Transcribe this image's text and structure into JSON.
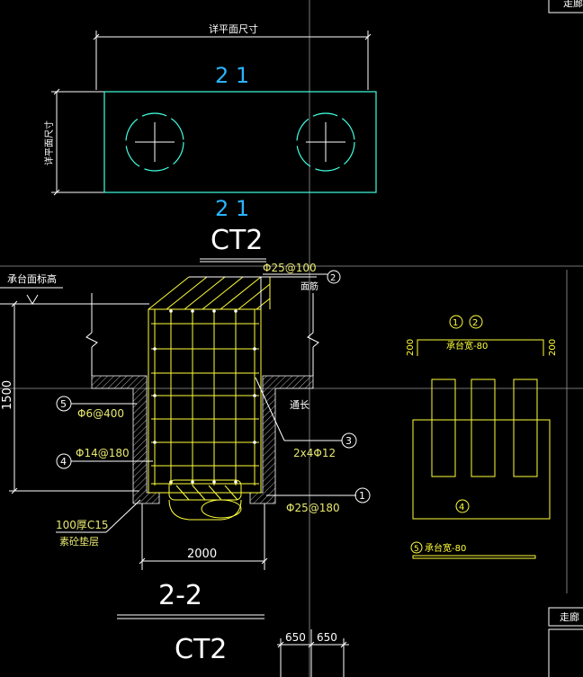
{
  "colors": {
    "background": "#000000",
    "dimension": "#ffffff",
    "outline": "#40ffe0",
    "rebar": "#ffff3a",
    "axis": "#2ab4ff",
    "hatch": "#b0b0b0",
    "grid": "#9a9a9a"
  },
  "plan": {
    "top_dim_label": "详平面尺寸",
    "left_dim_label": "详平面尺寸",
    "top_axis": "2 1",
    "bottom_axis": "2 1",
    "title": "CT2"
  },
  "section": {
    "cap_top_elev": "承台面标高",
    "height_dim": "1500",
    "width_dim": "2000",
    "title": "2-2",
    "callouts": [
      {
        "id": "c2",
        "num": "2",
        "text": "Φ25@100",
        "note": "面筋"
      },
      {
        "id": "c3",
        "num": "3",
        "text": "2x4Φ12",
        "note": "通长"
      },
      {
        "id": "c1",
        "num": "1",
        "text": "Φ25@180",
        "note": ""
      },
      {
        "id": "c5",
        "num": "5",
        "text": "Φ6@400",
        "note": ""
      },
      {
        "id": "c4",
        "num": "4",
        "text": "Φ14@180",
        "note": ""
      }
    ],
    "cushion_line1": "100厚C15",
    "cushion_line2": "素砼垫层"
  },
  "bottom": {
    "title": "CT2",
    "dim_a": "650",
    "dim_b": "650"
  },
  "right_detail": {
    "top_nums": [
      "1",
      "2"
    ],
    "top_text": "承台宽-80",
    "side_left": "200",
    "side_right": "200",
    "bottom_num": "4",
    "legend_num": "5",
    "legend_text": "承台宽-80"
  },
  "corner": {
    "top_right": "走廊",
    "bottom_right": "走廊"
  }
}
